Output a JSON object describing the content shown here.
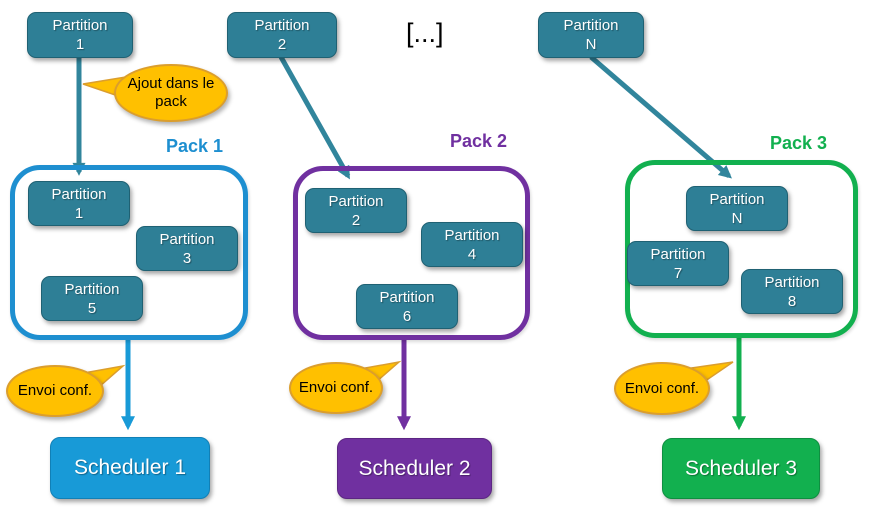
{
  "ellipsis_label": "[...]",
  "top_partitions": [
    {
      "name": "Partition",
      "num": "1"
    },
    {
      "name": "Partition",
      "num": "2"
    },
    {
      "name": "Partition",
      "num": "N"
    }
  ],
  "callouts": {
    "ajout_line1": "Ajout dans le",
    "ajout_line2": "pack",
    "envoi1": "Envoi conf.",
    "envoi2": "Envoi conf.",
    "envoi3": "Envoi conf."
  },
  "packs": [
    {
      "label": "Pack 1",
      "color": "#1E8FD0",
      "partitions": [
        {
          "name": "Partition",
          "num": "1"
        },
        {
          "name": "Partition",
          "num": "3"
        },
        {
          "name": "Partition",
          "num": "5"
        }
      ]
    },
    {
      "label": "Pack 2",
      "color": "#7030A0",
      "partitions": [
        {
          "name": "Partition",
          "num": "2"
        },
        {
          "name": "Partition",
          "num": "4"
        },
        {
          "name": "Partition",
          "num": "6"
        }
      ]
    },
    {
      "label": "Pack 3",
      "color": "#12B04F",
      "partitions": [
        {
          "name": "Partition",
          "num": "N"
        },
        {
          "name": "Partition",
          "num": "7"
        },
        {
          "name": "Partition",
          "num": "8"
        }
      ]
    }
  ],
  "schedulers": [
    {
      "label": "Scheduler 1",
      "color": "#189AD7"
    },
    {
      "label": "Scheduler 2",
      "color": "#7030A0"
    },
    {
      "label": "Scheduler 3",
      "color": "#12B04F"
    }
  ],
  "colors": {
    "partition_fill": "#2E7F96",
    "teal_arrow": "#31859C",
    "callout_fill": "#FFC000",
    "callout_border": "#DB9E2D"
  }
}
